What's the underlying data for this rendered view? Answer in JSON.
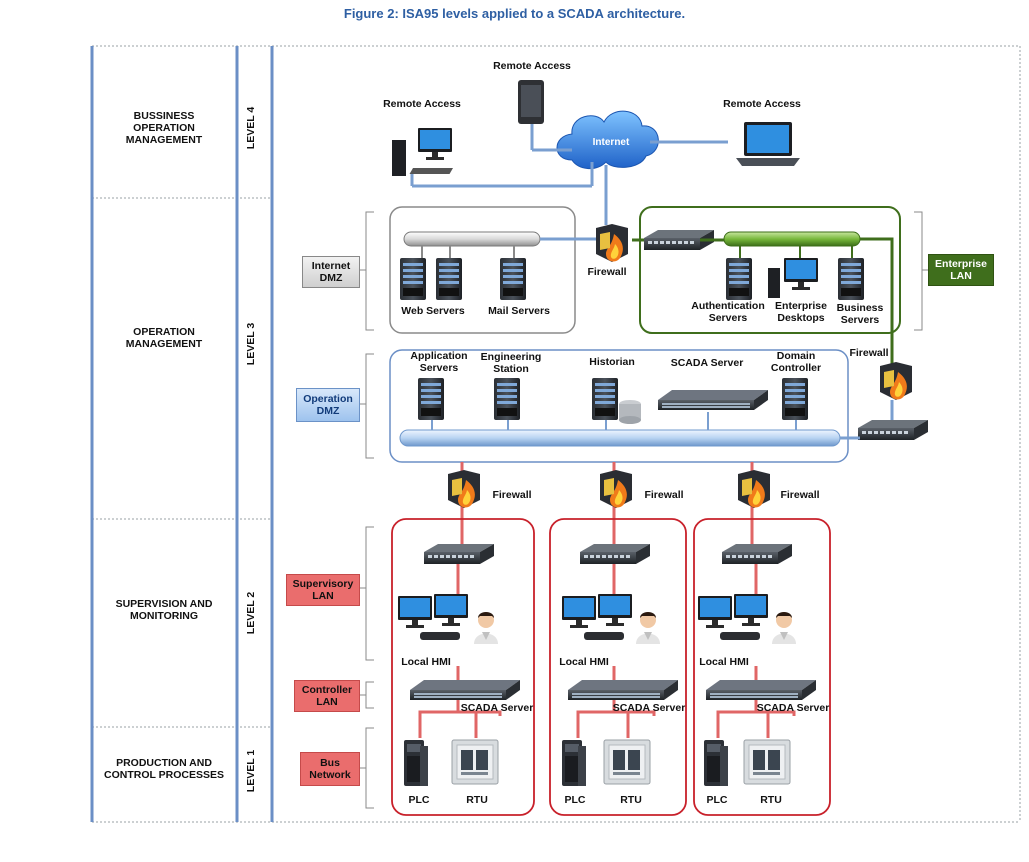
{
  "figure_title": "Figure 2: ISA95 levels applied to a SCADA architecture.",
  "levels": [
    {
      "name": "BUSSINESS\nOPERATION\nMANAGEMENT",
      "number": "LEVEL 4"
    },
    {
      "name": "OPERATION\nMANAGEMENT",
      "number": "LEVEL 3"
    },
    {
      "name": "SUPERVISION AND\nMONITORING",
      "number": "LEVEL 2"
    },
    {
      "name": "PRODUCTION AND\nCONTROL PROCESSES",
      "number": "LEVEL 1"
    }
  ],
  "zones": {
    "internet_dmz": "Internet\nDMZ",
    "enterprise_lan": "Enterprise\nLAN",
    "operation_dmz": "Operation\nDMZ",
    "supervisory_lan": "Supervisory\nLAN",
    "controller_lan": "Controller\nLAN",
    "bus_network": "Bus\nNetwork"
  },
  "level4": {
    "remote_access_top": "Remote Access",
    "remote_access_left": "Remote Access",
    "remote_access_right": "Remote Access",
    "internet": "Internet"
  },
  "level3": {
    "web_servers": "Web Servers",
    "mail_servers": "Mail Servers",
    "firewall_main": "Firewall",
    "firewall_right": "Firewall",
    "authentication_servers": "Authentication\nServers",
    "enterprise_desktops": "Enterprise\nDesktops",
    "business_servers": "Business\nServers",
    "application_servers": "Application\nServers",
    "engineering_station": "Engineering\nStation",
    "historian": "Historian",
    "scada_server": "SCADA Server",
    "domain_controller": "Domain\nController"
  },
  "cells": [
    {
      "firewall": "Firewall",
      "hmi": "Local HMI",
      "scada": "SCADA Server",
      "plc": "PLC",
      "rtu": "RTU"
    },
    {
      "firewall": "Firewall",
      "hmi": "Local HMI",
      "scada": "SCADA Server",
      "plc": "PLC",
      "rtu": "RTU"
    },
    {
      "firewall": "Firewall",
      "hmi": "Local HMI",
      "scada": "SCADA Server",
      "plc": "PLC",
      "rtu": "RTU"
    }
  ],
  "colors": {
    "title": "#2e5fa3",
    "level_lines": "#6b8fc6",
    "connection_blue": "#7a9fd0",
    "enterprise_green": "#3f6e1c",
    "cell_red": "#c8202a",
    "link_red": "#e06666"
  }
}
